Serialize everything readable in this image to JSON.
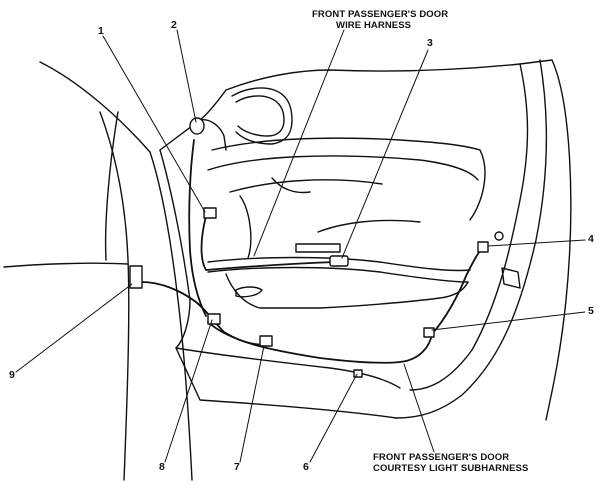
{
  "labels": {
    "harness_line1": "FRONT PASSENGER'S DOOR",
    "harness_line2": "WIRE HARNESS",
    "subharness_line1": "FRONT PASSENGER'S DOOR",
    "subharness_line2": "COURTESY LIGHT SUBHARNESS"
  },
  "callouts": [
    "1",
    "2",
    "3",
    "4",
    "5",
    "6",
    "7",
    "8",
    "9"
  ],
  "colors": {
    "ink": "#111111",
    "paper": "#ffffff"
  }
}
